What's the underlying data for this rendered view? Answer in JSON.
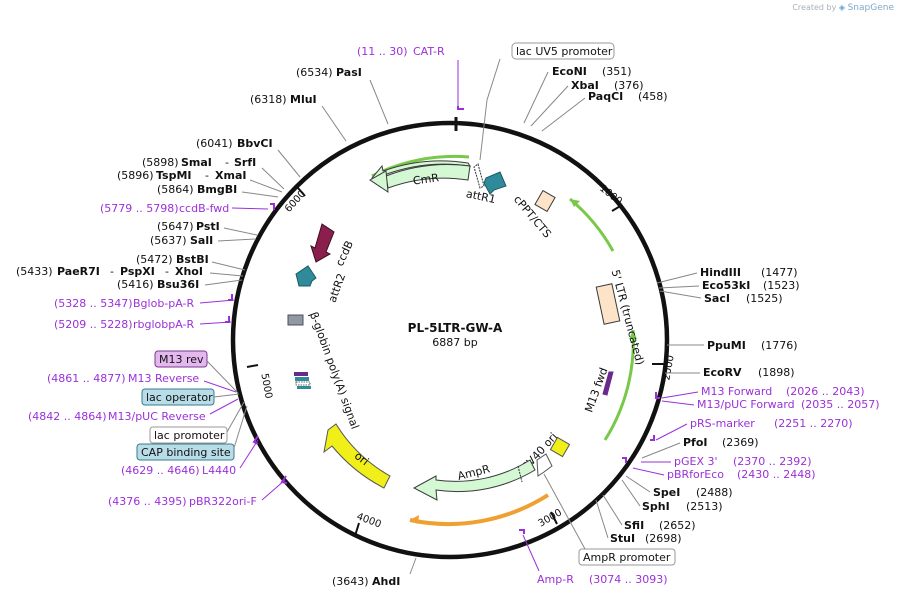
{
  "credit": {
    "prefix": "Created by",
    "brand": "SnapGene"
  },
  "plasmid": {
    "name": "PL-5LTR-GW-A",
    "length": "6887 bp"
  },
  "ticks": [
    "1000",
    "2000",
    "3000",
    "4000",
    "5000",
    "6000"
  ],
  "features": {
    "cmr": "CmR",
    "attr1": "attR1",
    "cppt": "cPPT/CTS",
    "ltr": "5' LTR (truncated)",
    "m13fwd": "M13 fwd",
    "ccdb": "ccdB",
    "attr2": "attR2",
    "bglobin": "β-globin poly(A) signal",
    "ori": "ori",
    "sv40": "SV40 ori",
    "ampr": "AmpR"
  },
  "labels": {
    "cat_r": {
      "range": "(11 .. 30)",
      "name": "CAT-R"
    },
    "lacuv5": "lac UV5 promoter",
    "pasi": {
      "pos": "(6534)",
      "name": "PasI"
    },
    "mlui": {
      "pos": "(6318)",
      "name": "MluI"
    },
    "econi": {
      "name": "EcoNI",
      "pos": "(351)"
    },
    "xbai": {
      "name": "XbaI",
      "pos": "(376)"
    },
    "paqci": {
      "name": "PaqCI",
      "pos": "(458)"
    },
    "bbvci": {
      "pos": "(6041)",
      "name": "BbvCI"
    },
    "smai": {
      "pos": "(5898)",
      "name": "SmaI",
      "sep": "-",
      "name2": "SrfI"
    },
    "tspmi": {
      "pos": "(5896)",
      "name": "TspMI",
      "sep": "-",
      "name2": "XmaI"
    },
    "bmgbi": {
      "pos": "(5864)",
      "name": "BmgBI"
    },
    "ccdb_fwd": {
      "range": "(5779 .. 5798)",
      "name": "ccdB-fwd"
    },
    "psti": {
      "pos": "(5647)",
      "name": "PstI"
    },
    "sali": {
      "pos": "(5637)",
      "name": "SalI"
    },
    "bstbi": {
      "pos": "(5472)",
      "name": "BstBI"
    },
    "paer7i": {
      "pos": "(5433)",
      "name": "PaeR7I",
      "sep": "-",
      "name2": "PspXI",
      "sep2": "-",
      "name3": "XhoI"
    },
    "bsu36i": {
      "pos": "(5416)",
      "name": "Bsu36I"
    },
    "bglob": {
      "range": "(5328 .. 5347)",
      "name": "Bglob-pA-R"
    },
    "rbglob": {
      "range": "(5209 .. 5228)",
      "name": "rbglobpA-R"
    },
    "m13rev": "M13 rev",
    "m13reverse": {
      "range": "(4861 .. 4877)",
      "name": "M13 Reverse"
    },
    "lacop": "lac operator",
    "m13puc_rev": {
      "range": "(4842 .. 4864)",
      "name": "M13/pUC Reverse"
    },
    "lacprom": "lac promoter",
    "cap": "CAP binding site",
    "l4440": {
      "range": "(4629 .. 4646)",
      "name": "L4440"
    },
    "pbr322": {
      "range": "(4376 .. 4395)",
      "name": "pBR322ori-F"
    },
    "ahdi": {
      "pos": "(3643)",
      "name": "AhdI"
    },
    "hindiii": {
      "name": "HindIII",
      "pos": "(1477)"
    },
    "eco53ki": {
      "name": "Eco53kI",
      "pos": "(1523)"
    },
    "saci": {
      "name": "SacI",
      "pos": "(1525)"
    },
    "ppumi": {
      "name": "PpuMI",
      "pos": "(1776)"
    },
    "ecorv": {
      "name": "EcoRV",
      "pos": "(1898)"
    },
    "m13forward": {
      "name": "M13 Forward",
      "range": "(2026 .. 2043)"
    },
    "m13puc_fwd": {
      "name": "M13/pUC Forward",
      "range": "(2035 .. 2057)"
    },
    "prs": {
      "name": "pRS-marker",
      "range": "(2251 .. 2270)"
    },
    "pfoi": {
      "name": "PfoI",
      "pos": "(2369)"
    },
    "pgex": {
      "name": "pGEX 3'",
      "range": "(2370 .. 2392)"
    },
    "pbrforeco": {
      "name": "pBRforEco",
      "range": "(2430 .. 2448)"
    },
    "spei": {
      "name": "SpeI",
      "pos": "(2488)"
    },
    "sphi": {
      "name": "SphI",
      "pos": "(2513)"
    },
    "sfii": {
      "name": "SfiI",
      "pos": "(2652)"
    },
    "stui": {
      "name": "StuI",
      "pos": "(2698)"
    },
    "amprprom": "AmpR promoter",
    "amp_r": {
      "name": "Amp-R",
      "range": "(3074 .. 3093)"
    }
  },
  "colors": {
    "enzyme": "#111111",
    "primer": "#9b30d9",
    "cmr_fill": "#d4f7d4",
    "attr_fill": "#2f8a99",
    "ccdb_fill": "#8a1f4e",
    "cppt_fill": "#fde3c8",
    "ori_fill": "#f0ef1a",
    "sv40_fill": "#f0ef1a",
    "ampr_fill": "#d4f7d4",
    "m13rev_fill": "#e4b8ee",
    "lacop_fill": "#b8dde8",
    "cap_fill": "#b8dde8",
    "gray": "#8e99a3",
    "green_arc": "#78c84a",
    "orange_arc": "#f0a030"
  }
}
